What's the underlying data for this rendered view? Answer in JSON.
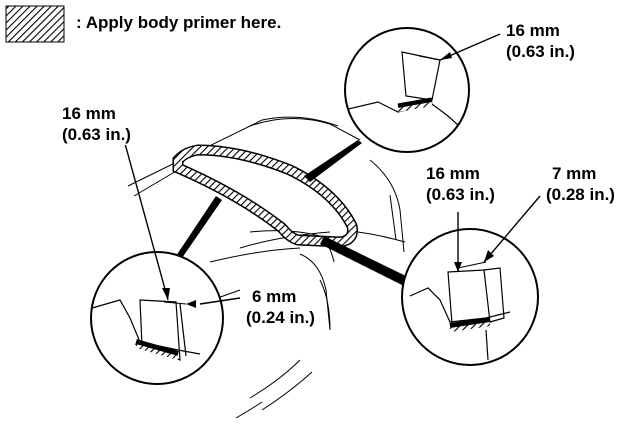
{
  "legend": {
    "text": ": Apply body primer here.",
    "swatch_icon": "diagonal-hatch-swatch"
  },
  "callouts": {
    "top": {
      "width": "16 mm",
      "width_in": "(0.63 in.)"
    },
    "left": {
      "width": "16 mm",
      "width_in": "(0.63 in.)",
      "offset": "6 mm",
      "offset_in": "(0.24 in.)"
    },
    "right": {
      "width": "16 mm",
      "width_in": "(0.63 in.)",
      "offset": "7 mm",
      "offset_in": "(0.28 in.)"
    }
  },
  "colors": {
    "ink": "#000000",
    "paper": "#ffffff"
  }
}
